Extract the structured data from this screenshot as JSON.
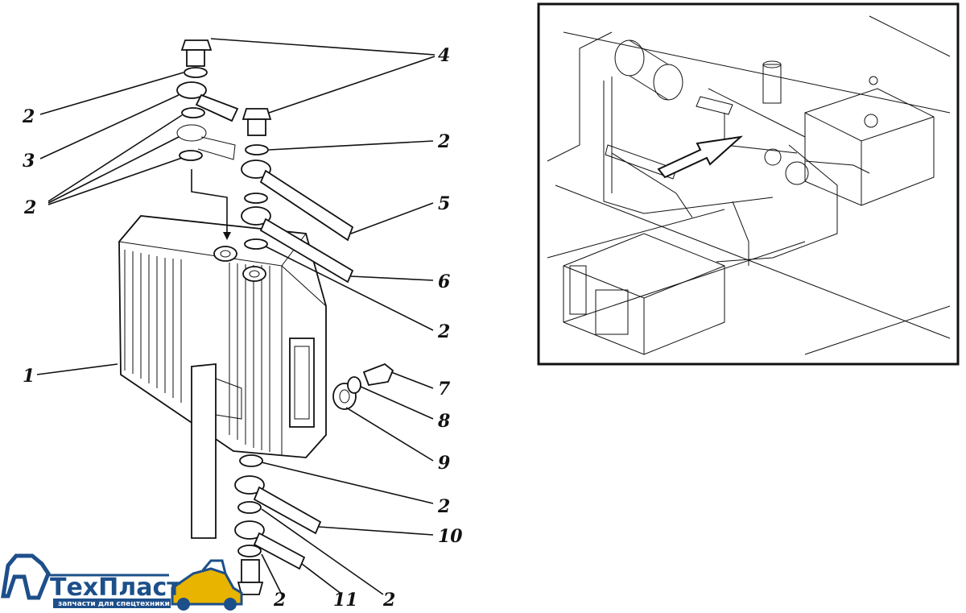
{
  "callouts": [
    {
      "id": "c2a",
      "text": "2"
    },
    {
      "id": "c3",
      "text": "3"
    },
    {
      "id": "c2b",
      "text": "2"
    },
    {
      "id": "c4",
      "text": "4"
    },
    {
      "id": "c2c",
      "text": "2"
    },
    {
      "id": "c5",
      "text": "5"
    },
    {
      "id": "c6",
      "text": "6"
    },
    {
      "id": "c2d",
      "text": "2"
    },
    {
      "id": "c1",
      "text": "1"
    },
    {
      "id": "c7",
      "text": "7"
    },
    {
      "id": "c8",
      "text": "8"
    },
    {
      "id": "c9",
      "text": "9"
    },
    {
      "id": "c2e",
      "text": "2"
    },
    {
      "id": "c10",
      "text": "10"
    },
    {
      "id": "c2f",
      "text": "2"
    },
    {
      "id": "c11",
      "text": "11"
    },
    {
      "id": "c2g",
      "text": "2"
    }
  ],
  "logo": {
    "name": "ТехПласт",
    "tagline": "запчасти для спецтехники",
    "colors": {
      "text": "#1d4f8a",
      "icon": "#e8b400"
    }
  }
}
